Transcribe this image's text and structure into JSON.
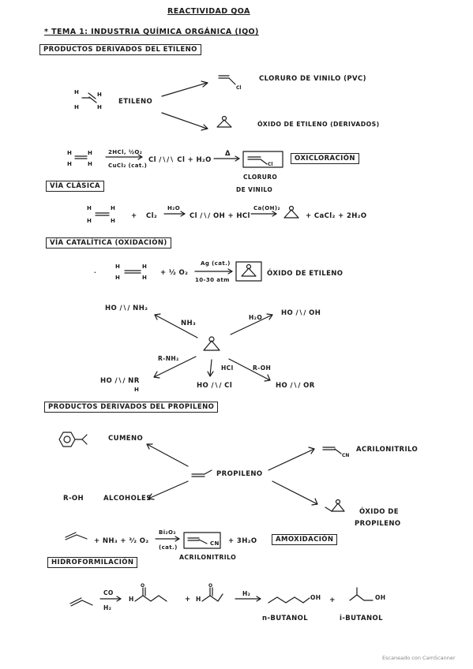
{
  "title": "REACTIVIDAD QOA",
  "tema": "* TEMA 1: INDUSTRIA QUÍMICA ORGÁNICA (IQO)",
  "etileno_section": {
    "header": "PRODUCTOS DERIVADOS DEL ETILENO",
    "center": "ETILENO",
    "cloruro": "CLORURO DE VINILO (PVC)",
    "oxido": "ÓXIDO DE ETILENO (DERIVADOS)",
    "reaction": {
      "reagent_top": "2HCl, ½O₂",
      "reagent_bottom": "CuCl₂ (cat.)",
      "product_text": "Cl ∕∖∕∖ Cl + H₂O",
      "delta": "Δ",
      "product_label_1": "CLORURO",
      "product_label_2": "DE VINILO",
      "method": "OXICLORACIÓN"
    }
  },
  "via_clasica": {
    "header": "VÍA CLÁSICA",
    "plus": "+",
    "cl2": "Cl₂",
    "h2o": "H₂O",
    "chlorohydrin": "Cl ∕∖∕ OH + HCl",
    "caoh": "Ca(OH)₂",
    "products": "+ CaCl₂ + 2H₂O"
  },
  "via_catalitica": {
    "header": "VÍA CATALÍTICA (OXIDACIÓN)",
    "reagent": "+ ½ O₂",
    "cond_top": "Ag (cat.)",
    "cond_bottom": "10-30 atm",
    "product": "ÓXIDO DE ETILENO",
    "ethanolamine": "HO ∕∖∕ NH₂",
    "nh3": "NH₃",
    "glycol": "HO ∕∖∕ OH",
    "h2o": "H₂O",
    "r_nh2": "R-NH₂",
    "hcl": "HCl",
    "r_oh": "R-OH",
    "amine": "HO ∕∖∕ NR",
    "amine_h": "H",
    "chlorohydrin": "HO ∕∖∕ Cl",
    "ether": "HO ∕∖∕ OR"
  },
  "propileno_section": {
    "header": "PRODUCTOS DERIVADOS DEL PROPILENO",
    "center": "PROPILENO",
    "cumeno": "CUMENO",
    "acrilonitrilo": "ACRILONITRILO",
    "alcoholes_prefix": "R-OH",
    "alcoholes": "ALCOHOLES",
    "oxido_1": "ÓXIDO DE",
    "oxido_2": "PROPILENO",
    "reaction": {
      "reagents": "+ NH₃ + ³⁄₂ O₂",
      "cat_top": "Bi₂O₃",
      "cat_bottom": "(cat.)",
      "cn": "CN",
      "products": "+ 3H₂O",
      "label": "ACRILONITRILO",
      "method": "AMOXIDACIÓN"
    }
  },
  "hidroformilacion": {
    "header": "HIDROFORMILACIÓN",
    "co": "CO",
    "h2": "H₂",
    "aldehyde_h": "H",
    "plus": "+",
    "h2_second": "H₂",
    "n_butanol": "n-BUTANOL",
    "i_butanol": "i-BUTANOL",
    "oh": "OH"
  },
  "footer": "Escaneado con CamScanner"
}
